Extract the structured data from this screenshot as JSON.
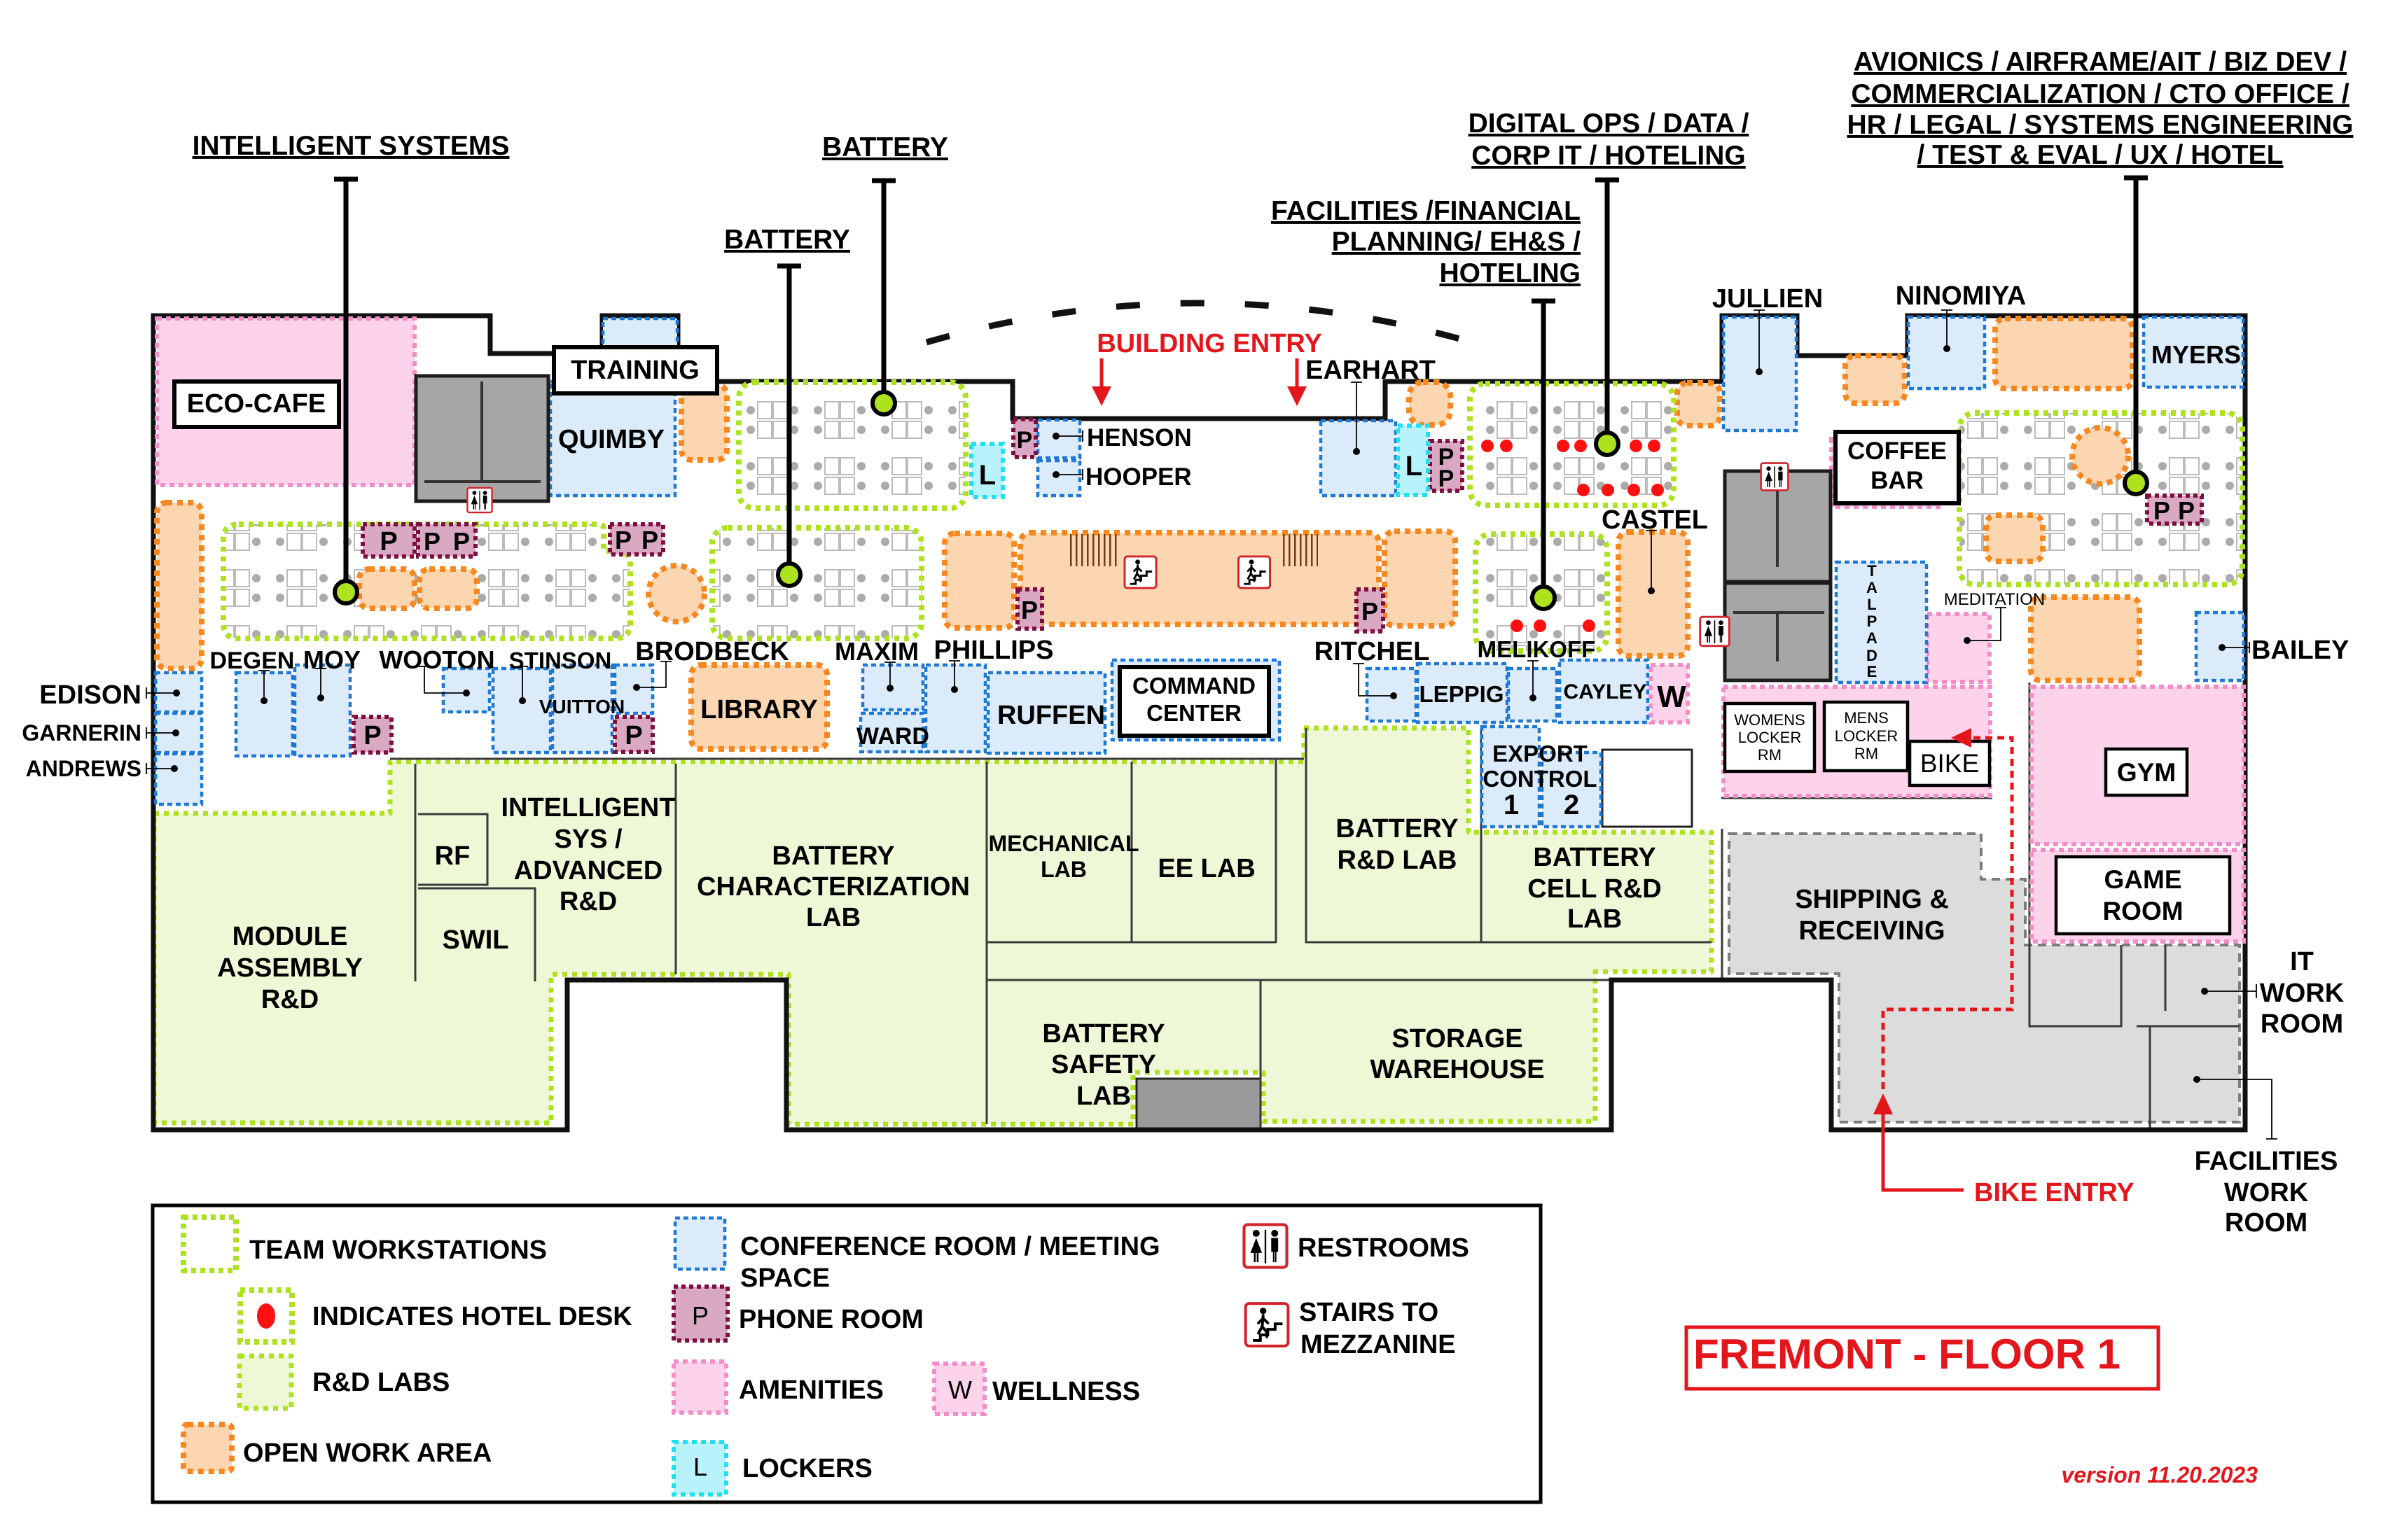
{
  "plan": {
    "title": "FREMONT - FLOOR 1",
    "version": "version 11.20.2023"
  },
  "colors": {
    "team_workstations": "#ACE21E",
    "rd_labs_fill": "#EEF8D6",
    "hotel_desk": "#FF1010",
    "open_work_area": "#F7871F",
    "open_work_area_fill": "#FCD5B1",
    "conference": "#1E78D6",
    "conference_fill": "#DCEBFA",
    "phone_room": "#7E0F3F",
    "phone_room_fill": "#D9A9C3",
    "amenities": "#F28DC8",
    "amenities_fill": "#FCD3EA",
    "lockers": "#1FE0F0",
    "lockers_fill": "#B8F3FC",
    "restrooms_fill": "#A6A6A6",
    "shipping_fill": "#DCDCDC",
    "entry_red": "#E3161C"
  },
  "departments": {
    "intelligent_systems": [
      "INTELLIGENT SYSTEMS"
    ],
    "battery_upper": [
      "BATTERY"
    ],
    "battery_lower": [
      "BATTERY"
    ],
    "facilities_financial_planning": [
      "FACILITIES /FINANCIAL",
      "PLANNING/ EH&S /",
      "HOTELING"
    ],
    "digital_ops": [
      "DIGITAL OPS / DATA /",
      "CORP IT / HOTELING"
    ],
    "avionics_group": [
      "AVIONICS / AIRFRAME/AIT / BIZ DEV /",
      "COMMERCIALIZATION / CTO OFFICE /",
      "HR / LEGAL / SYSTEMS ENGINEERING",
      "/ TEST & EVAL / UX / HOTEL"
    ]
  },
  "entries": {
    "building_entry": "BUILDING ENTRY",
    "bike_entry": "BIKE ENTRY"
  },
  "conference_rooms": {
    "training": "TRAINING",
    "quimby": "QUIMBY",
    "edison": "EDISON",
    "garnerin": "GARNERIN",
    "andrews": "ANDREWS",
    "degen": "DEGEN",
    "moy": "MOY",
    "wooton": "WOOTON",
    "stinson": "STINSON",
    "vuitton": "VUITTON",
    "brodbeck": "BRODBECK",
    "maxim": "MAXIM",
    "ward": "WARD",
    "phillips": "PHILLIPS",
    "ruffen": "RUFFEN",
    "command_center": [
      "COMMAND",
      "CENTER"
    ],
    "henson": "HENSON",
    "hooper": "HOOPER",
    "earhart": "EARHART",
    "ritchel": "RITCHEL",
    "leppig": "LEPPIG",
    "melikoff": "MELIKOFF",
    "cayley": "CAYLEY",
    "export_control": [
      "EXPORT",
      "CONTROL"
    ],
    "export_control_numbers": [
      "1",
      "2"
    ],
    "jullien": "JULLIEN",
    "ninomiya": "NINOMIYA",
    "myers": "MYERS",
    "talpade": "TALPADE",
    "bailey": "BAILEY"
  },
  "amenities": {
    "eco_cafe": "ECO-CAFE",
    "coffee_bar": [
      "COFFEE",
      "BAR"
    ],
    "meditation": "MEDITATION",
    "womens_locker_room": [
      "WOMENS",
      "LOCKER",
      "RM"
    ],
    "mens_locker_room": [
      "MENS",
      "LOCKER",
      "RM"
    ],
    "bike": "BIKE",
    "gym": "GYM",
    "game_room": [
      "GAME",
      "ROOM"
    ],
    "wellness_marker": "W"
  },
  "open_work_areas": {
    "library": "LIBRARY",
    "castel": "CASTEL"
  },
  "rd_labs": {
    "module_assembly": [
      "MODULE",
      "ASSEMBLY",
      "R&D"
    ],
    "rf": "RF",
    "swil": "SWIL",
    "intelligent_sys_advanced": [
      "INTELLIGENT",
      "SYS /",
      "ADVANCED",
      "R&D"
    ],
    "battery_characterization": [
      "BATTERY",
      "CHARACTERIZATION",
      "LAB"
    ],
    "mechanical": [
      "MECHANICAL",
      "LAB"
    ],
    "ee": "EE LAB",
    "battery_safety": [
      "BATTERY",
      "SAFETY",
      "LAB"
    ],
    "battery_rd": [
      "BATTERY",
      "R&D LAB"
    ],
    "battery_cell_rd": [
      "BATTERY",
      "CELL R&D",
      "LAB"
    ],
    "storage_warehouse": [
      "STORAGE",
      "WAREHOUSE"
    ]
  },
  "service_rooms": {
    "shipping_receiving": [
      "SHIPPING &",
      "RECEIVING"
    ],
    "it_work_room": [
      "IT",
      "WORK",
      "ROOM"
    ],
    "facilities_work_room": [
      "FACILITIES",
      "WORK",
      "ROOM"
    ]
  },
  "markers": {
    "phone_room": "P",
    "lockers": "L"
  },
  "hotel_desks": {
    "digital_ops_area": 10,
    "facilities_area": 3
  },
  "icons": {
    "restroom": "restroom-icon",
    "stairs": "stairs-to-mezzanine-icon",
    "entry_arrow": "arrow-down-icon",
    "bike_entry_arrow": "arrow-up-icon",
    "bike_path_arrow": "arrow-left-icon",
    "department_pointer": "department-pointer-dot-icon"
  },
  "legend": {
    "team_workstations": "TEAM WORKSTATIONS",
    "hotel_desk": "INDICATES HOTEL DESK",
    "rd_labs": "R&D LABS",
    "open_work_area": "OPEN WORK AREA",
    "conference": [
      "CONFERENCE ROOM / MEETING",
      "SPACE"
    ],
    "phone_symbol": "P",
    "phone_room": "PHONE ROOM",
    "amenities": "AMENITIES",
    "wellness_symbol": "W",
    "wellness": "WELLNESS",
    "lockers_symbol": "L",
    "lockers": "LOCKERS",
    "restrooms": "RESTROOMS",
    "stairs": [
      "STAIRS TO",
      "MEZZANINE"
    ]
  }
}
